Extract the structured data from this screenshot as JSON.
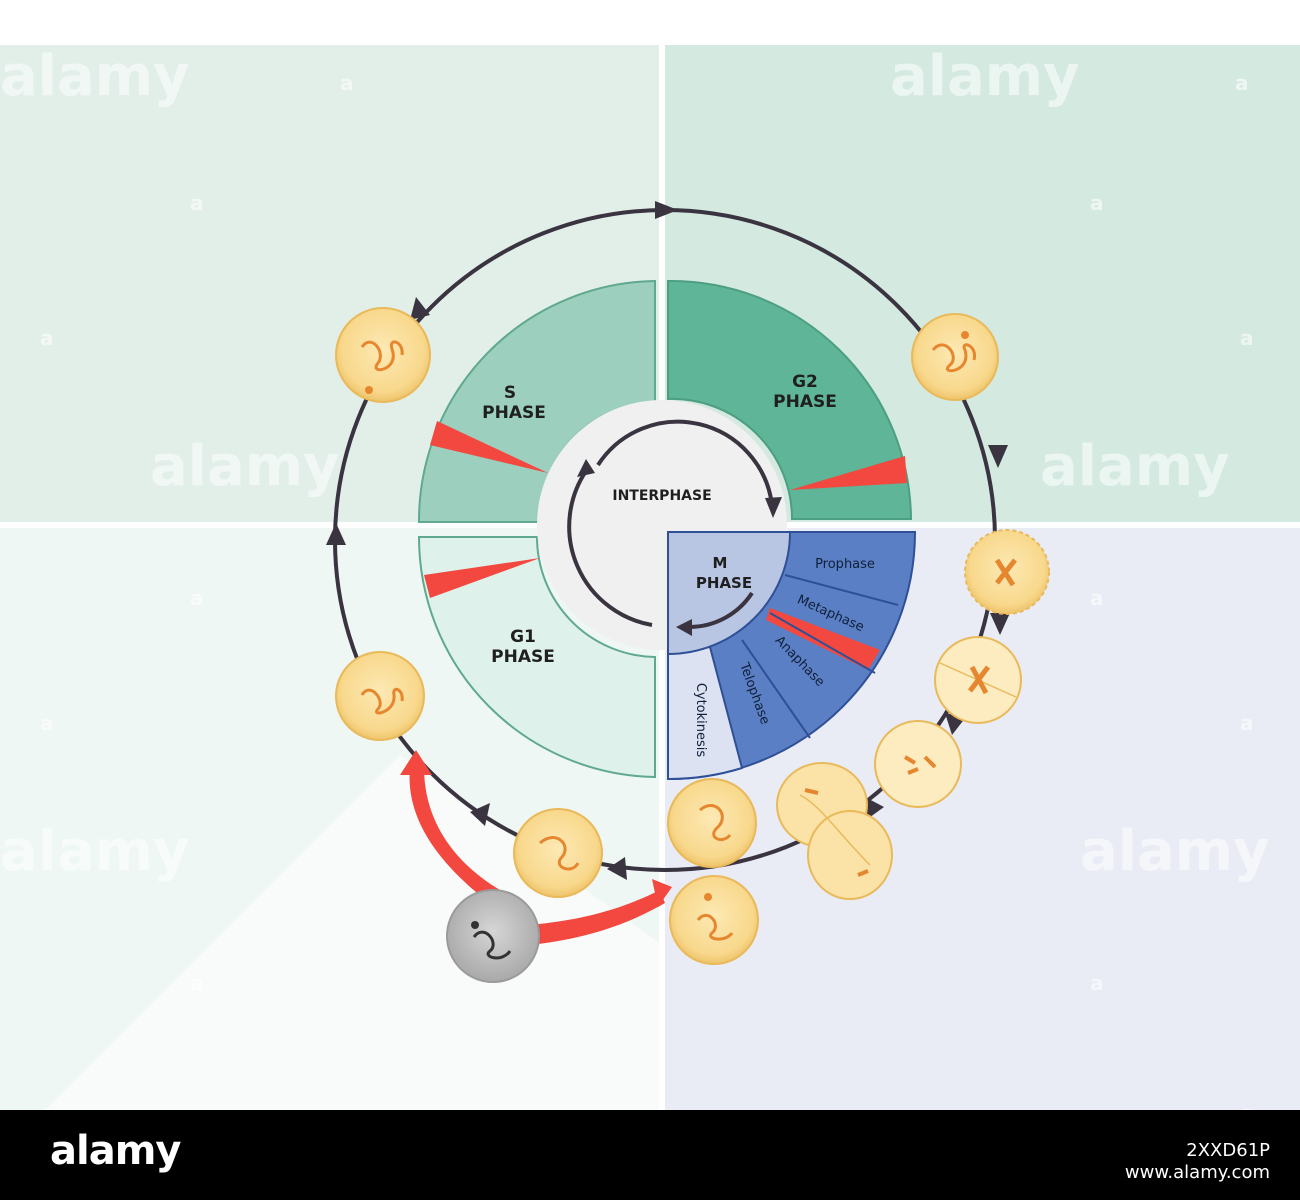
{
  "diagram": {
    "phases": {
      "s": [
        "S",
        "PHASE"
      ],
      "g2": [
        "G2",
        "PHASE"
      ],
      "g1": [
        "G1",
        "PHASE"
      ],
      "m": [
        "M",
        "PHASE"
      ]
    },
    "center": "INTERPHASE",
    "mitosis_stages": [
      "Prophase",
      "Metaphase",
      "Anaphase",
      "Telophase",
      "Cytokinesis"
    ]
  },
  "colors": {
    "s_phase": "#9ccfbd",
    "g2_phase": "#5fb597",
    "g1_phase": "#dff1eb",
    "m_phase_inner": "#b8c6e4",
    "mitosis": "#5a7fc4",
    "cytokinesis": "#dde2f2",
    "checkpoint": "#f2483f",
    "cell": "#f8d88c",
    "arrow": "#3a3340"
  },
  "watermark": {
    "text": "alamy",
    "small": "a",
    "image_id": "2XXD61P",
    "site": "www.alamy.com"
  }
}
